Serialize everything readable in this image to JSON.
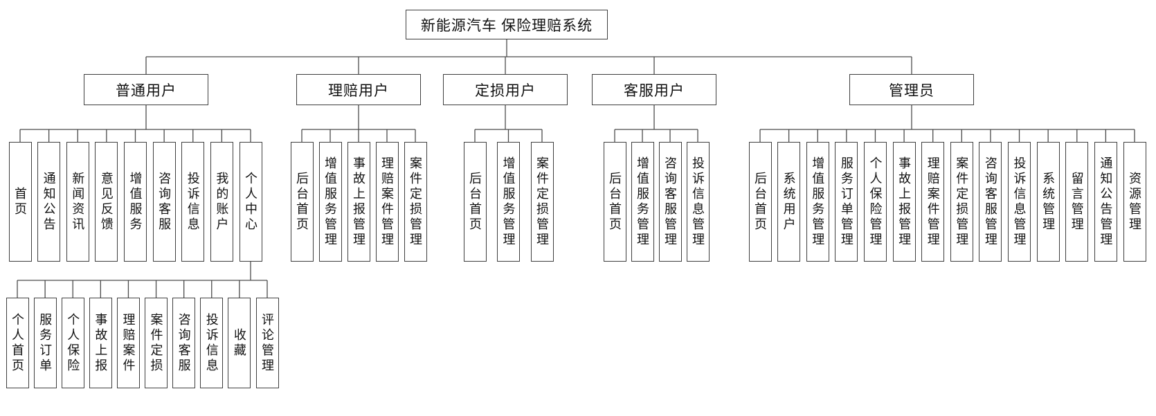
{
  "style": {
    "background": "#ffffff",
    "box_fill": "#ffffff",
    "border_color": "#3d3d3d",
    "line_color": "#4a4a4a",
    "text_color": "#111111"
  },
  "tree": {
    "label": "新能源汽车 保险理赔系统",
    "children": [
      {
        "label": "普通用户",
        "children": [
          {
            "label": "首页"
          },
          {
            "label": "通知公告"
          },
          {
            "label": "新闻资讯"
          },
          {
            "label": "意见反馈"
          },
          {
            "label": "增值服务"
          },
          {
            "label": "咨询客服"
          },
          {
            "label": "投诉信息"
          },
          {
            "label": "我的账户"
          },
          {
            "label": "个人中心",
            "children": [
              {
                "label": "个人首页"
              },
              {
                "label": "服务订单"
              },
              {
                "label": "个人保险"
              },
              {
                "label": "事故上报"
              },
              {
                "label": "理赔案件"
              },
              {
                "label": "案件定损"
              },
              {
                "label": "咨询客服"
              },
              {
                "label": "投诉信息"
              },
              {
                "label": "收藏"
              },
              {
                "label": "评论管理"
              }
            ]
          }
        ]
      },
      {
        "label": "理赔用户",
        "children": [
          {
            "label": "后台首页"
          },
          {
            "label": "增值服务管理"
          },
          {
            "label": "事故上报管理"
          },
          {
            "label": "理赔案件管理"
          },
          {
            "label": "案件定损管理"
          }
        ]
      },
      {
        "label": "定损用户",
        "children": [
          {
            "label": "后台首页"
          },
          {
            "label": "增值服务管理"
          },
          {
            "label": "案件定损管理"
          }
        ]
      },
      {
        "label": "客服用户",
        "children": [
          {
            "label": "后台首页"
          },
          {
            "label": "增值服务管理"
          },
          {
            "label": "咨询客服管理"
          },
          {
            "label": "投诉信息管理"
          }
        ]
      },
      {
        "label": "管理员",
        "children": [
          {
            "label": "后台首页"
          },
          {
            "label": "系统用户"
          },
          {
            "label": "增值服务管理"
          },
          {
            "label": "服务订单管理"
          },
          {
            "label": "个人保险管理"
          },
          {
            "label": "事故上报管理"
          },
          {
            "label": "理赔案件管理"
          },
          {
            "label": "案件定损管理"
          },
          {
            "label": "咨询客服管理"
          },
          {
            "label": "投诉信息管理"
          },
          {
            "label": "系统管理"
          },
          {
            "label": "留言管理"
          },
          {
            "label": "通知公告管理"
          },
          {
            "label": "资源管理"
          }
        ]
      }
    ]
  }
}
